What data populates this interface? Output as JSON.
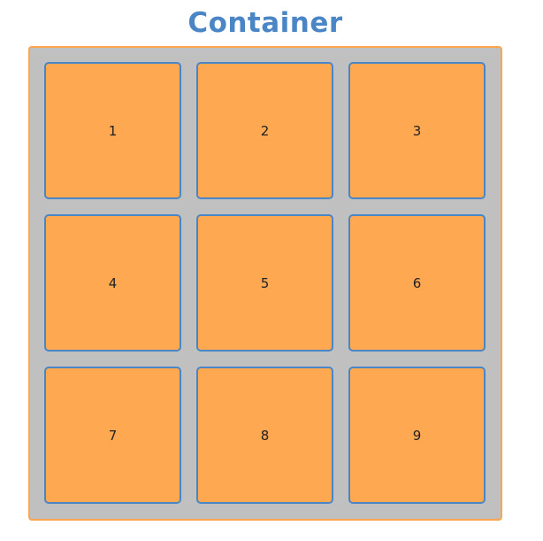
{
  "title": "Container",
  "colors": {
    "title": "#4a86c6",
    "container_border": "#ffa54f",
    "container_bg": "#c0c0c0",
    "item_bg": "#ffa852",
    "item_border": "#4a86c6"
  },
  "items": [
    {
      "label": "1"
    },
    {
      "label": "2"
    },
    {
      "label": "3"
    },
    {
      "label": "4"
    },
    {
      "label": "5"
    },
    {
      "label": "6"
    },
    {
      "label": "7"
    },
    {
      "label": "8"
    },
    {
      "label": "9"
    }
  ]
}
